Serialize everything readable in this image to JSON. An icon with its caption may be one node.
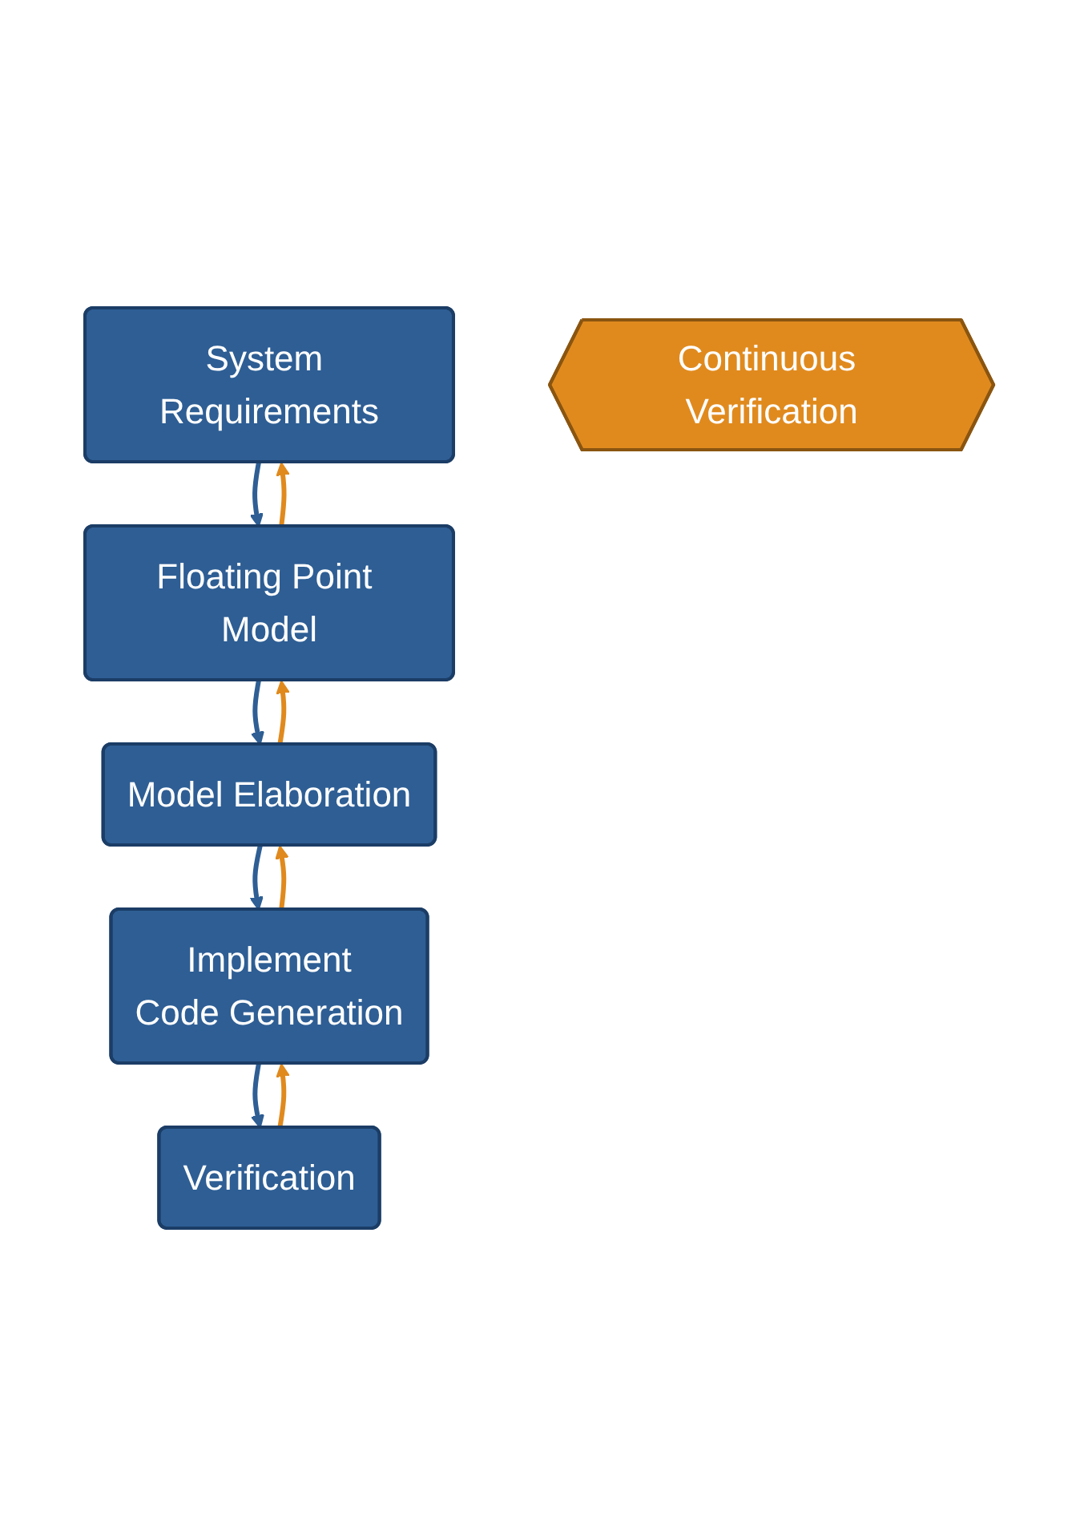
{
  "diagram": {
    "nodes": [
      {
        "text": [
          "System Requirements"
        ]
      },
      {
        "text": [
          "Floating Point Model"
        ]
      },
      {
        "text": [
          "Model Elaboration"
        ]
      },
      {
        "text": [
          "Implement",
          "Code Generation"
        ]
      },
      {
        "text": [
          "Verification"
        ]
      },
      {
        "text": [
          "Continuous Verification"
        ]
      }
    ],
    "edges": [
      {
        "from": 0,
        "to": 1,
        "arrow": "to",
        "color": "#2e5e94"
      },
      {
        "from": 1,
        "to": 0,
        "arrow": "to",
        "color": "#e08a1e"
      },
      {
        "from": 1,
        "to": 2,
        "arrow": "to",
        "color": "#2e5e94"
      },
      {
        "from": 2,
        "to": 1,
        "arrow": "to",
        "color": "#e08a1e"
      },
      {
        "from": 2,
        "to": 3,
        "arrow": "to",
        "color": "#2e5e94"
      },
      {
        "from": 3,
        "to": 2,
        "arrow": "to",
        "color": "#e08a1e"
      },
      {
        "from": 3,
        "to": 4,
        "arrow": "to",
        "color": "#2e5e94"
      },
      {
        "from": 4,
        "to": 3,
        "arrow": "to",
        "color": "#e08a1e"
      }
    ]
  }
}
